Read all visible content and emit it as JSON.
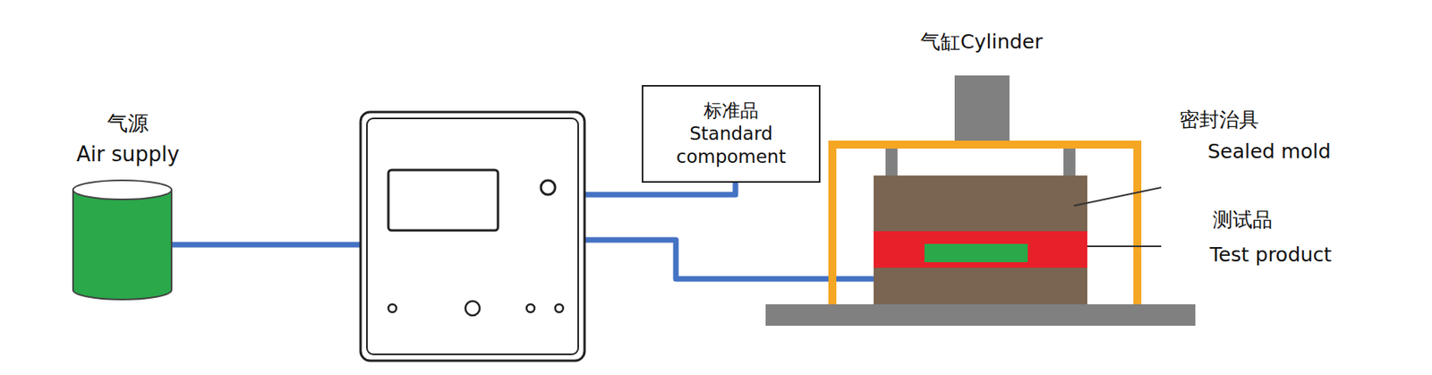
{
  "diagram": {
    "nodes": [
      {
        "text": [
          "气源",
          "Air supply"
        ]
      },
      {
        "text": [
          "标准品",
          "Standard compoment"
        ]
      }
    ],
    "labels": [
      "气缸Cylinder",
      "密封治具",
      "Sealed mold",
      "测试品",
      "Test product"
    ]
  }
}
